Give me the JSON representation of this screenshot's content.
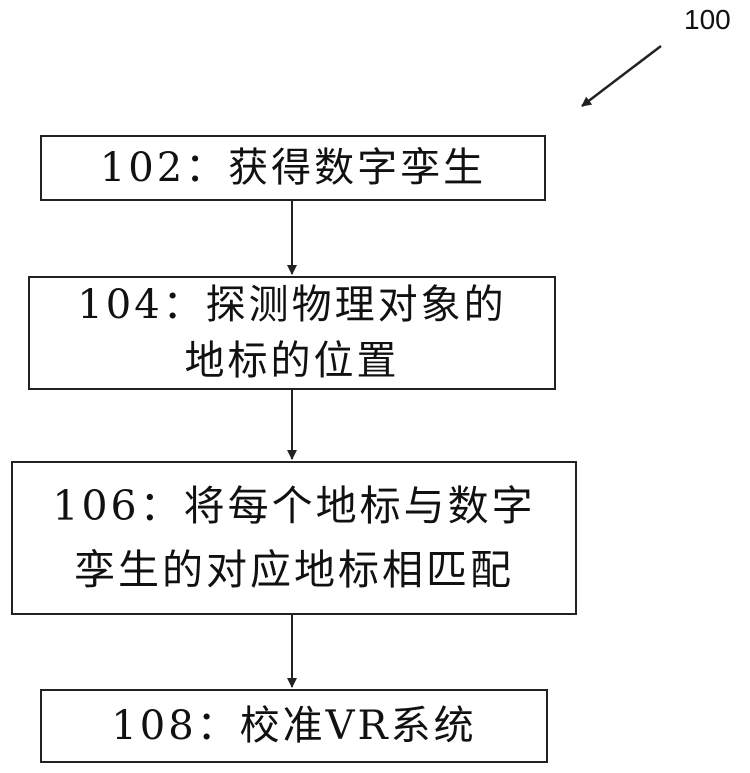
{
  "figure": {
    "reference_number": "100",
    "steps": [
      {
        "id": "102",
        "text": "102：获得数字孪生"
      },
      {
        "id": "104",
        "text": "104：探测物理对象的\n地标的位置"
      },
      {
        "id": "106",
        "text": "106：将每个地标与数字\n孪生的对应地标相匹配"
      },
      {
        "id": "108",
        "text": "108：校准VR系统"
      }
    ],
    "line_color": "#222222"
  }
}
